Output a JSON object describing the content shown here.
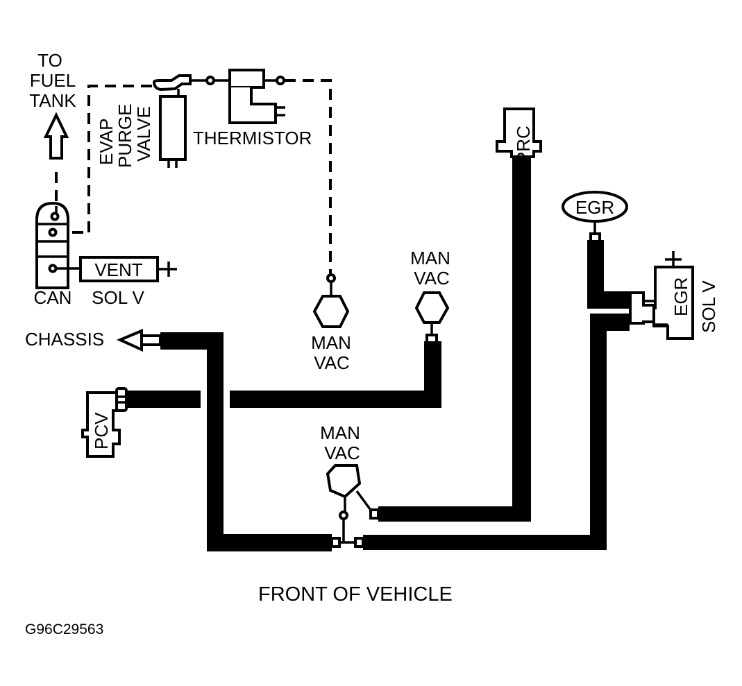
{
  "diagram": {
    "figure_id": "G96C29563",
    "caption": "FRONT OF VEHICLE",
    "labels": {
      "to_fuel_tank": [
        "TO",
        "FUEL",
        "TANK"
      ],
      "evap_purge_valve": [
        "EVAP",
        "PURGE",
        "VALVE"
      ],
      "thermistor": "THERMISTOR",
      "fprc": "FPRC",
      "egr": "EGR",
      "egr_sol_v_inner": "EGR",
      "egr_sol_v_outer": "SOL V",
      "vent": "VENT",
      "can": "CAN",
      "sol_v": "SOL V",
      "chassis": "CHASSIS",
      "pcv": "PCV",
      "man_vac_left": [
        "MAN",
        "VAC"
      ],
      "man_vac_center": [
        "MAN",
        "VAC"
      ],
      "man_vac_bottom": [
        "MAN",
        "VAC"
      ],
      "plus_sign": "+"
    },
    "colors": {
      "line": "#000000",
      "background": "#ffffff"
    }
  }
}
